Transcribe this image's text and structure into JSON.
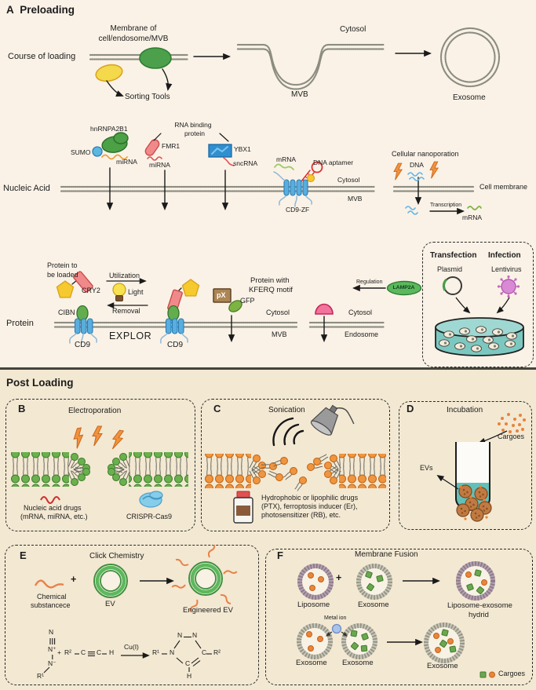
{
  "colors": {
    "bg_top": "#faf2e7",
    "bg_bottom": "#f3e8d2",
    "green": "#4ca04c",
    "yellow": "#f5d94c",
    "blue": "#58aede",
    "pink": "#f08a8a",
    "orange": "#ef953f",
    "teal": "#7cc8c1",
    "brown": "#ad8554",
    "red": "#d03030",
    "mauve": "#b3a0ad"
  },
  "preloading": {
    "letter": "A",
    "title": "Preloading",
    "course": {
      "label": "Course of loading",
      "membrane_l1": "Membrane of",
      "membrane_l2": "cell/endosome/MVB",
      "sorting": "Sorting Tools",
      "cytosol": "Cytosol",
      "mvb": "MVB",
      "exosome": "Exosome"
    },
    "nucleic": {
      "label": "Nucleic Acid",
      "hnrnpa2b1": "hnRNPA2B1",
      "sumo": "SUMO",
      "mirna": "miRNA",
      "rnab_l1": "RNA binding",
      "rnab_l2": "protein",
      "fmr1": "FMR1",
      "ybx1": "YBX1",
      "sncrna": "sncRNA",
      "mrna": "mRNA",
      "aptamer": "DNA aptamer",
      "cytosol": "Cytosol",
      "mvb": "MVB",
      "cd9zf": "CD9-ZF",
      "nanoporation": "Cellular nanoporation",
      "dna": "DNA",
      "cellmembrane": "Cell membrane",
      "transcription": "Transcription"
    },
    "protein": {
      "label": "Protein",
      "toload_l1": "Protein to",
      "toload_l2": "be loaded",
      "cry2": "CRY2",
      "utilization": "Utilization",
      "light": "Light",
      "removal": "Removal",
      "cibn": "CIBN",
      "cd9": "CD9",
      "explor": "EXPLOR",
      "px": "pX",
      "gfp": "GFP",
      "cytosol": "Cytosol",
      "mvb": "MVB",
      "kferq_l1": "Protein with",
      "kferq_l2": "KFERQ motif",
      "regulation": "Regulation",
      "lamp2a": "LAMP2A",
      "endosome": "Endosome"
    },
    "transfection": {
      "title1": "Transfection",
      "title2": "Infection",
      "plasmid": "Plasmid",
      "lentivirus": "Lentivirus"
    }
  },
  "postloading": {
    "title": "Post Loading",
    "b": {
      "letter": "B",
      "title": "Electroporation",
      "l1": "Nucleic acid drugs",
      "l2": "(mRNA, miRNA, etc.)",
      "crispr": "CRISPR-Cas9"
    },
    "c": {
      "letter": "C",
      "title": "Sonication",
      "l1": "Hydrophobic or lipophilic drugs",
      "l2": "(PTX), ferroptosis inducer (Er),",
      "l3": "photosensitizer (RB), etc."
    },
    "d": {
      "letter": "D",
      "title": "Incubation",
      "cargoes": "Cargoes",
      "evs": "EVs"
    },
    "e": {
      "letter": "E",
      "title": "Click Chemistry",
      "l1": "Chemical",
      "l2": "substancece",
      "plus": "+",
      "ev": "EV",
      "engineered": "Engineered EV",
      "cu": "Cu(I)",
      "n": "N",
      "np": "N⁺",
      "nm": "N⁻",
      "r1": "R¹",
      "r2": "R²",
      "c": "C",
      "h": "H"
    },
    "f": {
      "letter": "F",
      "title": "Membrane Fusion",
      "plus": "+",
      "liposome": "Liposome",
      "exosome": "Exosome",
      "hybrid_l1": "Liposome-exosome",
      "hybrid_l2": "hydrid",
      "metal": "Metal ion",
      "cargoes": "Cargoes"
    }
  }
}
